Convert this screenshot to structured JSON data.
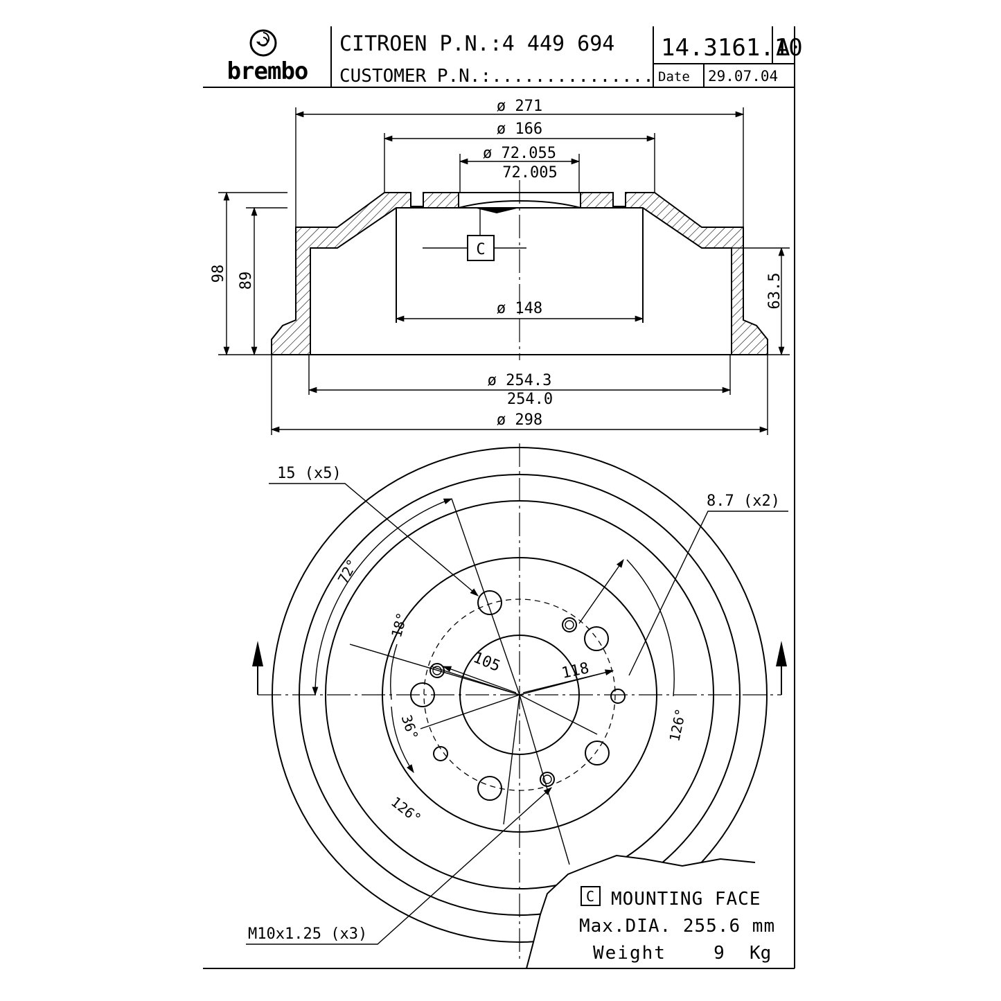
{
  "title_block": {
    "brand": "brembo",
    "oem_line": "CITROEN P.N.:4 449 694",
    "customer_line": "CUSTOMER P.N.:...............",
    "part_number": "14.3161.10",
    "revision": "A",
    "date_label": "Date",
    "date_value": "29.07.04"
  },
  "section_view": {
    "dims": {
      "d271": "ø 271",
      "d166": "ø 166",
      "d72max": "ø 72.055",
      "d72min": "72.005",
      "d148": "ø 148",
      "d254max": "ø 254.3",
      "d254min": "254.0",
      "d298": "ø 298",
      "h98": "98",
      "h89": "89",
      "h63": "63.5"
    },
    "datum": "C"
  },
  "front_view": {
    "callouts": {
      "holes15": "15 (x5)",
      "holes87": "8.7 (x2)",
      "threads": "M10x1.25 (x3)",
      "pcd105": "105",
      "pcd118": "118"
    },
    "angles": {
      "a72": "72°",
      "a18": "18°",
      "a36": "36°",
      "a126_left": "126°",
      "a126_right": "126°"
    }
  },
  "notes": {
    "datum_box": "C",
    "mounting_face": "MOUNTING FACE",
    "max_dia": "Max.DIA. 255.6 mm",
    "weight_label": "Weight",
    "weight_value": "9",
    "weight_unit": "Kg"
  }
}
